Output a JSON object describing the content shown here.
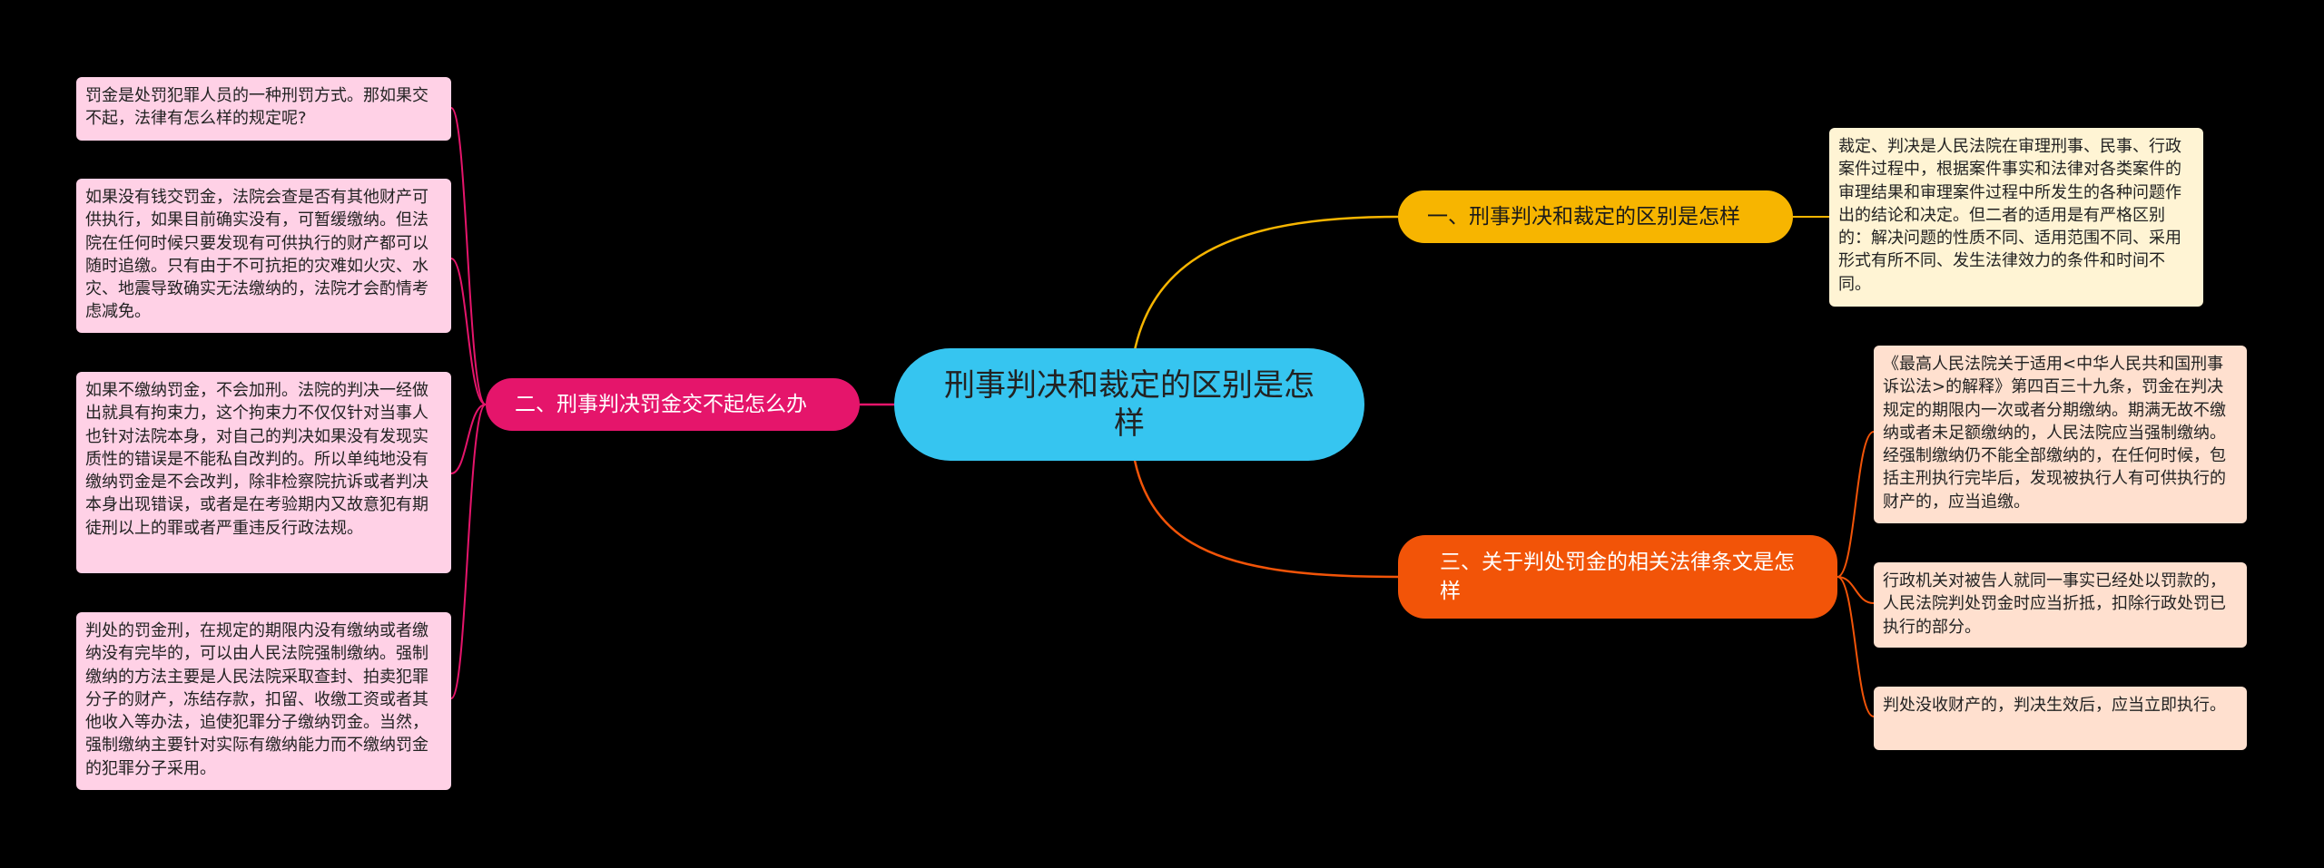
{
  "colors": {
    "background": "#000000",
    "root": "#36c5f0",
    "branch1": "#f7b500",
    "branch2": "#e5156b",
    "branch3": "#f25408"
  },
  "root": {
    "text": "刑事判决和裁定的区别是怎样"
  },
  "branches": [
    {
      "text": "一、刑事判决和裁定的区别是怎样"
    },
    {
      "text": "二、刑事判决罚金交不起怎么办"
    },
    {
      "text": "三、关于判处罚金的相关法律条文是怎样"
    }
  ],
  "leaves": {
    "branch1": [
      "裁定、判决是人民法院在审理刑事、民事、行政案件过程中，根据案件事实和法律对各类案件的审理结果和审理案件过程中所发生的各种问题作出的结论和决定。但二者的适用是有严格区别的：解决问题的性质不同、适用范围不同、采用形式有所不同、发生法律效力的条件和时间不同。"
    ],
    "branch2": [
      "罚金是处罚犯罪人员的一种刑罚方式。那如果交不起，法律有怎么样的规定呢?",
      "如果没有钱交罚金，法院会查是否有其他财产可供执行，如果目前确实没有，可暂缓缴纳。但法院在任何时候只要发现有可供执行的财产都可以随时追缴。只有由于不可抗拒的灾难如火灾、水灾、地震导致确实无法缴纳的，法院才会酌情考虑减免。",
      "如果不缴纳罚金，不会加刑。法院的判决一经做出就具有拘束力，这个拘束力不仅仅针对当事人也针对法院本身，对自己的判决如果没有发现实质性的错误是不能私自改判的。所以单纯地没有缴纳罚金是不会改判，除非检察院抗诉或者判决本身出现错误，或者是在考验期内又故意犯有期徒刑以上的罪或者严重违反行政法规。",
      "判处的罚金刑，在规定的期限内没有缴纳或者缴纳没有完毕的，可以由人民法院强制缴纳。强制缴纳的方法主要是人民法院采取查封、拍卖犯罪分子的财产，冻结存款，扣留、收缴工资或者其他收入等办法，追使犯罪分子缴纳罚金。当然，强制缴纳主要针对实际有缴纳能力而不缴纳罚金的犯罪分子采用。"
    ],
    "branch3": [
      "《最高人民法院关于适用<中华人民共和国刑事诉讼法>的解释》第四百三十九条，罚金在判决规定的期限内一次或者分期缴纳。期满无故不缴纳或者未足额缴纳的，人民法院应当强制缴纳。经强制缴纳仍不能全部缴纳的，在任何时候，包括主刑执行完毕后，发现被执行人有可供执行的财产的，应当追缴。",
      "行政机关对被告人就同一事实已经处以罚款的，人民法院判处罚金时应当折抵，扣除行政处罚已执行的部分。",
      "判处没收财产的，判决生效后，应当立即执行。"
    ]
  }
}
